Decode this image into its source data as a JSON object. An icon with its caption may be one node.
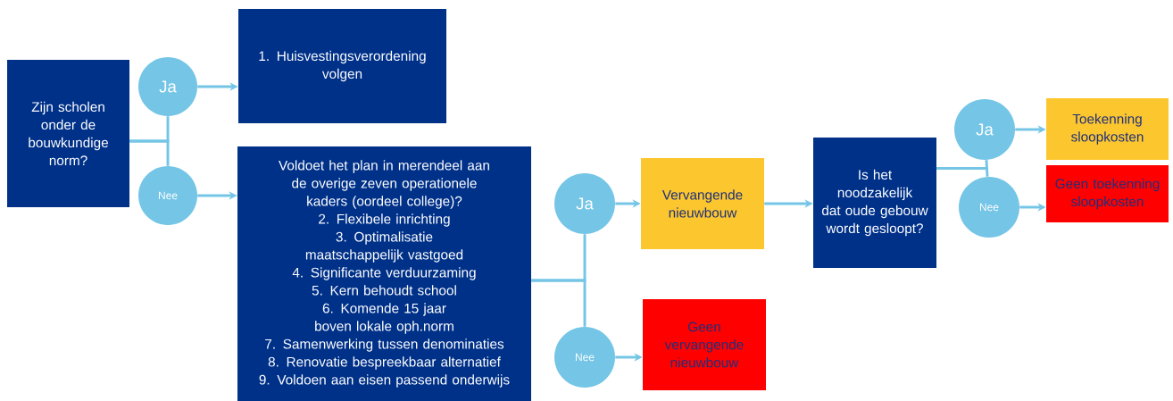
{
  "diagram": {
    "nodes": [
      {
        "text": [
          "Zijn scholen onder de bouwkundige norm?"
        ]
      },
      {
        "text": [
          "Ja"
        ]
      },
      {
        "text": [
          "Nee"
        ]
      },
      {
        "text": [
          "1. Huisvestingsverordening volgen"
        ]
      },
      {
        "text": [
          "Voldoet het plan in merendeel aan de overige zeven operationele kaders (oordeel college)?",
          "2. Flexibele inrichting",
          "3. Optimalisatie maatschappelijk vastgoed",
          "4. Significante verduurzaming",
          "5. Kern behoudt school",
          "6. Komende 15 jaar boven lokale oph.norm",
          "7. Samenwerking tussen denominaties",
          "8. Renovatie bespreekbaar alternatief",
          "9. Voldoen aan eisen passend onderwijs"
        ]
      },
      {
        "text": [
          "Ja"
        ]
      },
      {
        "text": [
          "Nee"
        ]
      },
      {
        "text": [
          "Vervangende nieuwbouw"
        ]
      },
      {
        "text": [
          "Geen vervangende nieuwbouw"
        ]
      },
      {
        "text": [
          "Is het noodzakelijk dat oude gebouw wordt gesloopt?"
        ]
      },
      {
        "text": [
          "Ja"
        ]
      },
      {
        "text": [
          "Nee"
        ]
      },
      {
        "text": [
          "Toekenning sloopkosten"
        ]
      },
      {
        "text": [
          "Geen toekenning sloopkosten"
        ]
      }
    ],
    "edges": [
      {
        "from": 0,
        "to": 1,
        "arrow": "none"
      },
      {
        "from": 0,
        "to": 2,
        "arrow": "none"
      },
      {
        "from": 1,
        "to": 3,
        "arrow": "to"
      },
      {
        "from": 2,
        "to": 4,
        "arrow": "to"
      },
      {
        "from": 4,
        "to": 5,
        "arrow": "none"
      },
      {
        "from": 4,
        "to": 6,
        "arrow": "none"
      },
      {
        "from": 5,
        "to": 7,
        "arrow": "to"
      },
      {
        "from": 6,
        "to": 8,
        "arrow": "to"
      },
      {
        "from": 7,
        "to": 9,
        "arrow": "to"
      },
      {
        "from": 9,
        "to": 10,
        "arrow": "none"
      },
      {
        "from": 9,
        "to": 11,
        "arrow": "none"
      },
      {
        "from": 10,
        "to": 12,
        "arrow": "to"
      },
      {
        "from": 11,
        "to": 13,
        "arrow": "to"
      }
    ]
  }
}
